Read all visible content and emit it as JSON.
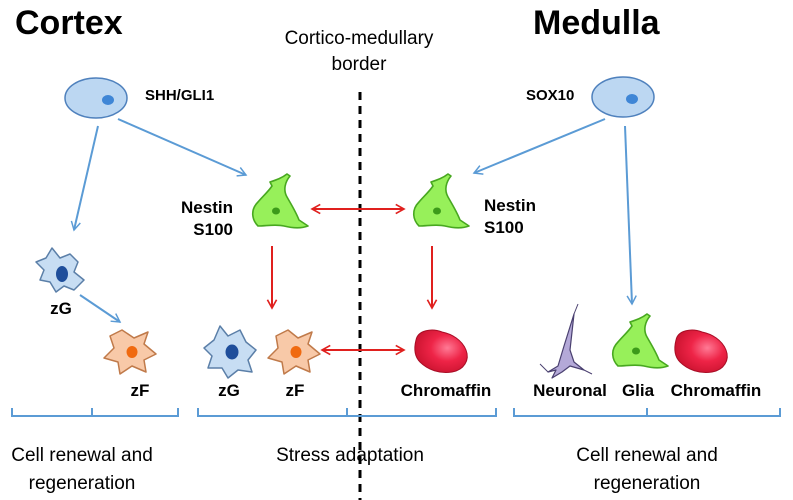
{
  "headings": {
    "cortex": "Cortex",
    "medulla": "Medulla",
    "border_line1": "Cortico-medullary",
    "border_line2": "border"
  },
  "progenitors": {
    "cortex_marker": "SHH/GLI1",
    "medulla_marker": "SOX10"
  },
  "stem_cells": {
    "left_line1": "Nestin",
    "left_line2": "S100",
    "right_line1": "Nestin",
    "right_line2": "S100"
  },
  "cells": {
    "zg_left": "zG",
    "zf_left": "zF",
    "zg_mid": "zG",
    "zf_mid": "zF",
    "chromaffin_mid": "Chromaffin",
    "neuronal": "Neuronal",
    "glia": "Glia",
    "chromaffin_right": "Chromaffin"
  },
  "sections": {
    "left_line1": "Cell renewal and",
    "left_line2": "regeneration",
    "middle": "Stress adaptation",
    "right_line1": "Cell renewal and",
    "right_line2": "regeneration"
  },
  "colors": {
    "blue_arrow": "#5b9bd5",
    "red_arrow": "#e0201e",
    "progenitor_fill": "#bcd7f2",
    "progenitor_nucleus": "#3f86d6",
    "zg_fill": "#c7ddf3",
    "zg_nucleus": "#1f4e9b",
    "zf_fill": "#f8c9a8",
    "zf_nucleus": "#f06a10",
    "nestin_fill": "#97f05a",
    "nestin_stroke": "#48a820",
    "chromaffin": "#e8193a",
    "neuronal": "#b4a9d8"
  }
}
